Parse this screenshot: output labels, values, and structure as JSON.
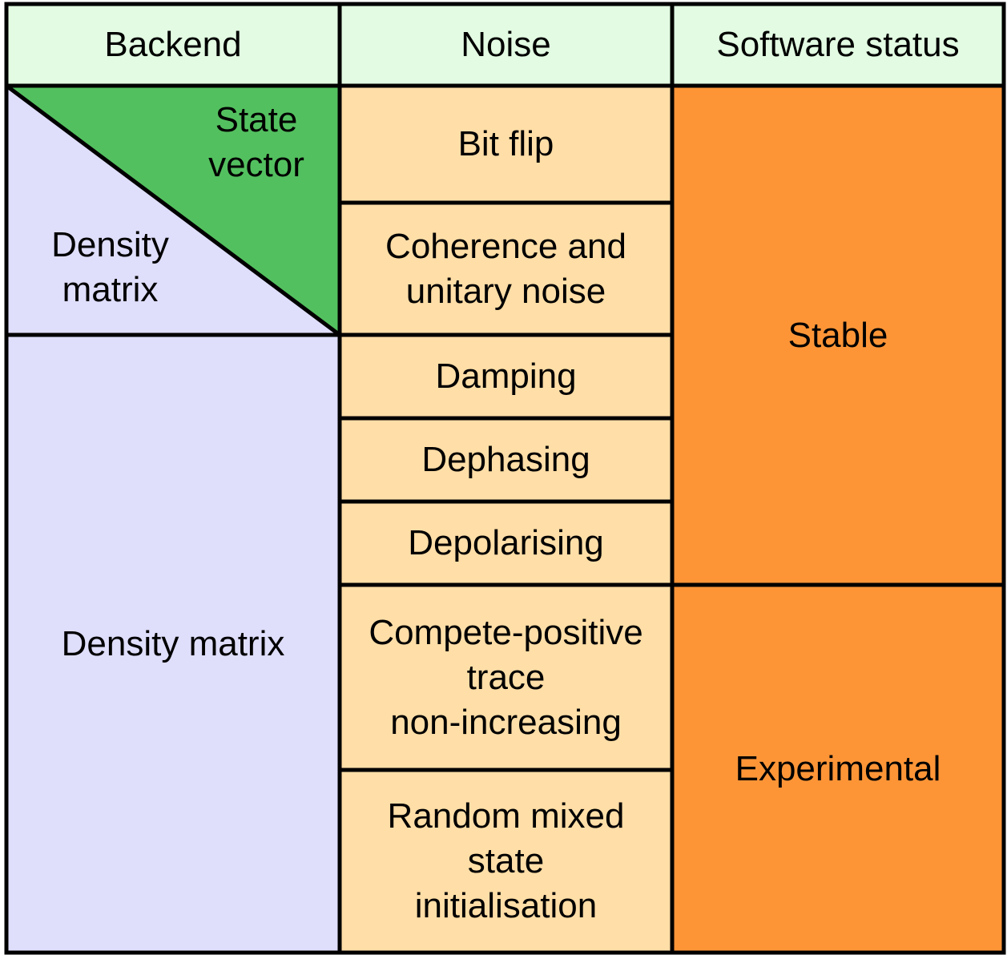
{
  "colors": {
    "header_bg": "#e2fbe2",
    "backend_bg": "#dfdefb",
    "state_vector_bg": "#53c05f",
    "noise_bg": "#ffdea7",
    "status_bg": "#fd9537",
    "border": "#000000"
  },
  "headers": {
    "backend": "Backend",
    "noise": "Noise",
    "status": "Software status"
  },
  "backend": {
    "state_vector": "State\nvector",
    "density_matrix_split": "Density\nmatrix",
    "density_matrix": "Density matrix"
  },
  "noise": [
    "Bit flip",
    "Coherence and\nunitary noise",
    "Damping",
    "Dephasing",
    "Depolarising",
    "Compete-positive\ntrace\nnon-increasing",
    "Random mixed\nstate\ninitialisation"
  ],
  "status": {
    "stable": "Stable",
    "experimental": "Experimental"
  }
}
